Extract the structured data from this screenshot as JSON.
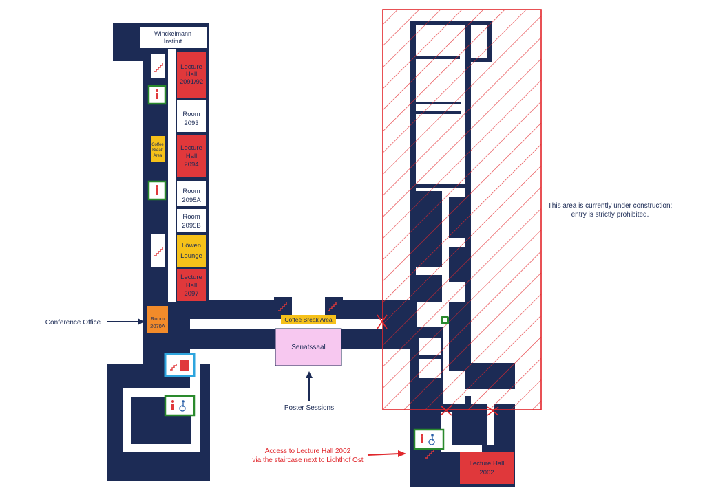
{
  "colors": {
    "wall": "#1c2b55",
    "lecture_hall": "#e0383b",
    "coffee": "#f6c11a",
    "lounge": "#f6c11a",
    "office": "#f28b2a",
    "senatssaal": "#f7c8f0",
    "construction": "#e3262b",
    "restroom_border": "#2a8a2d",
    "elevator_border": "#2ea5de",
    "annotation": "#1c2b55",
    "access_note": "#e0282d"
  },
  "rooms": {
    "winckelmann": [
      "Winckelmann",
      "Institut"
    ],
    "lh_2091": [
      "Lecture",
      "Hall",
      "2091/92"
    ],
    "room_2093": [
      "Room",
      "2093"
    ],
    "lh_2094": [
      "Lecture",
      "Hall",
      "2094"
    ],
    "room_2095a": [
      "Room",
      "2095A"
    ],
    "room_2095b": [
      "Room",
      "2095B"
    ],
    "loewen": [
      "Löwen",
      "Lounge"
    ],
    "lh_2097": [
      "Lecture",
      "Hall",
      "2097"
    ],
    "room_2070a": [
      "Room",
      "2070A"
    ],
    "coffee_west": [
      "Coffee",
      "Break",
      "Area"
    ],
    "coffee_corridor": "Coffee Break Area",
    "senatssaal": "Senatssaal",
    "lh_2002": [
      "Lecture Hall",
      "2002"
    ]
  },
  "annotations": {
    "conference_office": "Conference Office",
    "poster_sessions": "Poster Sessions",
    "construction_note": [
      "This area is currently under construction;",
      "entry is strictly prohibited."
    ],
    "access_note": [
      "Access to Lecture Hall 2002",
      "via the staircase next to Lichthof Ost"
    ]
  },
  "icons": [
    "stairs-icon",
    "restroom-icon",
    "wheelchair-icon",
    "elevator-icon",
    "exit-icon",
    "arrow-icon",
    "blocked-cross-icon"
  ]
}
